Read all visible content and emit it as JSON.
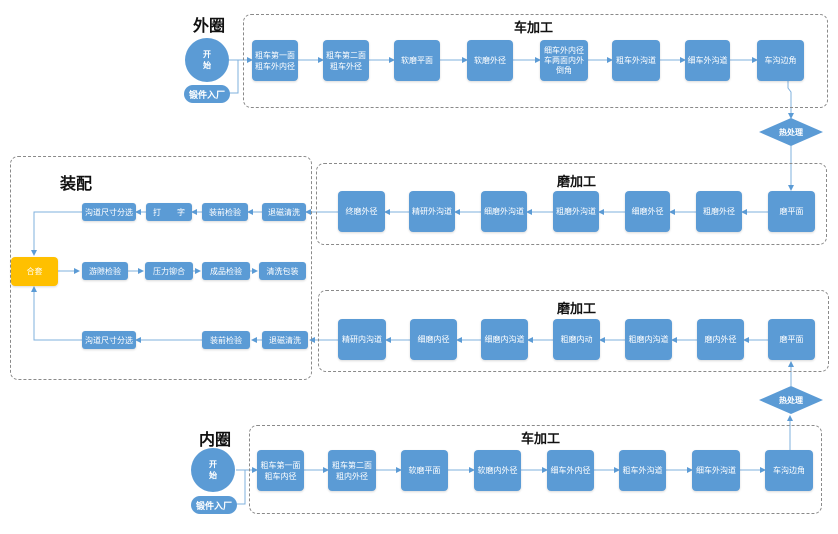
{
  "colors": {
    "node": "#5b9bd5",
    "merge": "#ffc000",
    "line": "#5b9bd5",
    "border": "#8a8a8a"
  },
  "outer_ring": {
    "title": "外圈",
    "start": "开\n始",
    "input": "锻件入厂",
    "turning": {
      "title": "车加工",
      "steps": [
        "粗车第一面\n粗车外内径",
        "粗车第二面\n粗车外径",
        "软磨平面",
        "软磨外径",
        "细车外内径\n车两面内外\n倒角",
        "粗车外沟道",
        "细车外沟道",
        "车沟边角"
      ]
    },
    "heat_treatment": "热处理",
    "grinding": {
      "title": "磨加工",
      "steps": [
        "磨平面",
        "粗磨外径",
        "细磨外径",
        "粗磨外沟道",
        "细磨外沟道",
        "精研外沟道",
        "终磨外径"
      ]
    }
  },
  "assembly": {
    "title": "装配",
    "merge": "合套",
    "top_row": [
      "退磁清洗",
      "装前检验",
      "打　　字",
      "沟道尺寸分选"
    ],
    "middle_row": [
      "游隙检验",
      "压力铆合",
      "成品检验",
      "清洗包装"
    ],
    "bottom_row": [
      "退磁清洗",
      "装前检验",
      "沟道尺寸分选"
    ]
  },
  "inner_ring": {
    "title": "内圈",
    "start": "开\n始",
    "input": "锻件入厂",
    "turning": {
      "title": "车加工",
      "steps": [
        "粗车第一面\n粗车内径",
        "粗车第二面\n粗内外径",
        "软磨平面",
        "软磨内外径",
        "细车外内径",
        "粗车外沟道",
        "细车外沟道",
        "车沟边角"
      ]
    },
    "heat_treatment": "热处理",
    "grinding": {
      "title": "磨加工",
      "steps": [
        "磨平面",
        "磨内外径",
        "粗磨内沟道",
        "粗磨内动",
        "细磨内沟道",
        "细磨内径",
        "精研内沟道"
      ]
    }
  }
}
